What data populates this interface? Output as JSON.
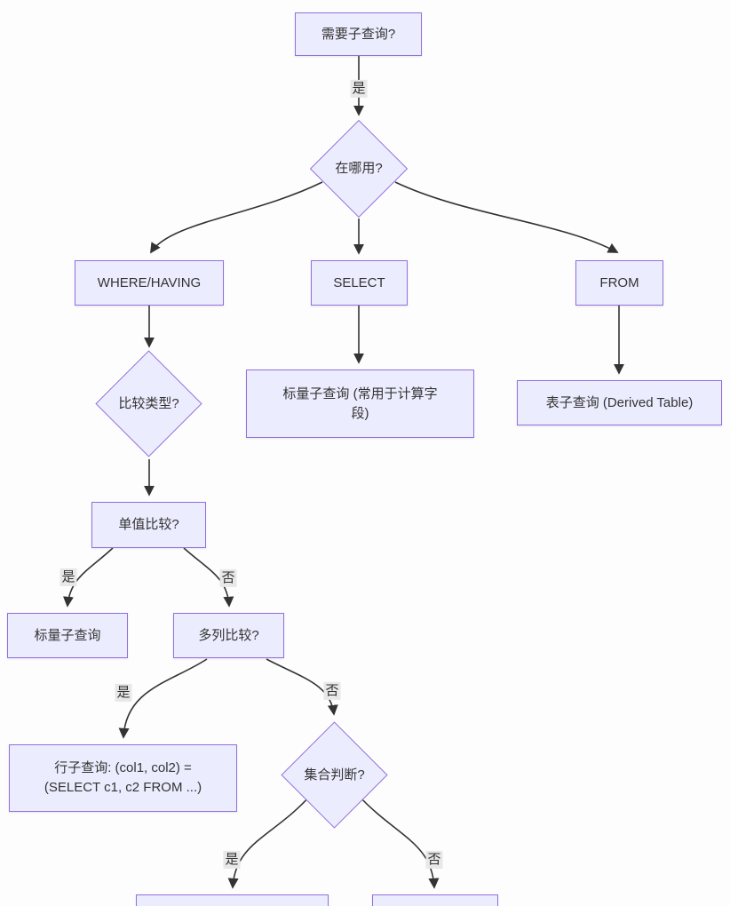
{
  "diagram": {
    "type": "flowchart",
    "colors": {
      "node_fill": "#ECECFF",
      "node_border": "#9370DB",
      "text": "#333333",
      "edge": "#333333",
      "label_bg": "#E8E8E8",
      "background": "#FDFDFD"
    },
    "nodes": {
      "need_subquery": {
        "label": "需要子查询?",
        "shape": "rect"
      },
      "where_used": {
        "label": "在哪用?",
        "shape": "diamond"
      },
      "where_having": {
        "label": "WHERE/HAVING",
        "shape": "rect"
      },
      "select_clause": {
        "label": "SELECT",
        "shape": "rect"
      },
      "from_clause": {
        "label": "FROM",
        "shape": "rect"
      },
      "compare_type": {
        "label": "比较类型?",
        "shape": "diamond"
      },
      "scalar_calc": {
        "label": "标量子查询 (常用于计算字段)",
        "shape": "rect"
      },
      "derived_table": {
        "label": "表子查询 (Derived Table)",
        "shape": "rect"
      },
      "single_value": {
        "label": "单值比较?",
        "shape": "rect"
      },
      "scalar_sub": {
        "label": "标量子查询",
        "shape": "rect"
      },
      "multi_col": {
        "label": "多列比较?",
        "shape": "rect"
      },
      "row_sub": {
        "label": "行子查询: (col1, col2) = (SELECT c1, c2 FROM ...)",
        "shape": "rect"
      },
      "set_judge": {
        "label": "集合判断?",
        "shape": "diamond"
      },
      "bottom_left": {
        "label": "",
        "shape": "rect"
      },
      "bottom_right": {
        "label": "",
        "shape": "rect"
      }
    },
    "edge_labels": {
      "need_to_whereused": "是",
      "single_yes": "是",
      "single_no": "否",
      "multi_yes": "是",
      "multi_no": "否",
      "set_yes": "是",
      "set_no": "否"
    }
  }
}
